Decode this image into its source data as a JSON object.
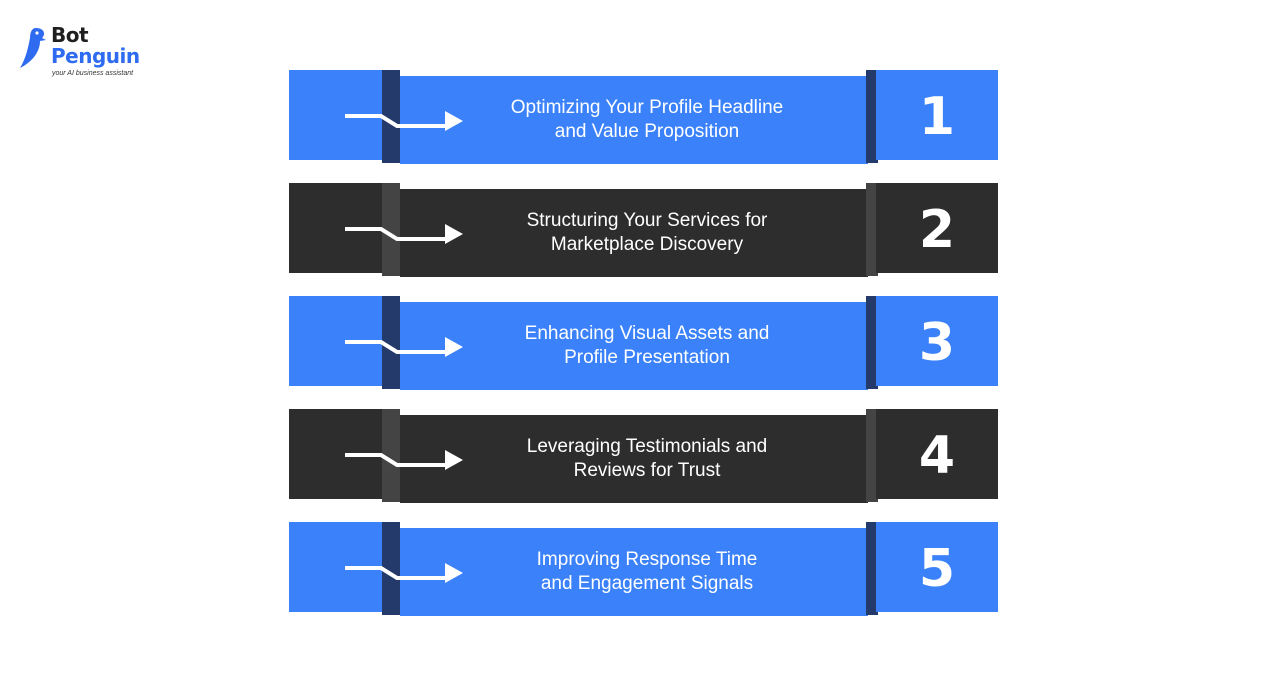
{
  "logo": {
    "word1": "Bot",
    "word2": "Penguin",
    "tagline": "your AI business assistant",
    "icon": "penguin-icon",
    "colors": {
      "brand_blue": "#2e6bf0",
      "dark_text": "#1f1f1f"
    }
  },
  "steps": [
    {
      "number": "1",
      "label": "Optimizing Your Profile Headline\nand Value Proposition",
      "theme": "blue"
    },
    {
      "number": "2",
      "label": "Structuring Your Services for\nMarketplace Discovery",
      "theme": "dark"
    },
    {
      "number": "3",
      "label": "Enhancing Visual Assets and\nProfile Presentation",
      "theme": "blue"
    },
    {
      "number": "4",
      "label": "Leveraging Testimonials and\nReviews for Trust",
      "theme": "dark"
    },
    {
      "number": "5",
      "label": "Improving Response Time\nand Engagement Signals",
      "theme": "blue"
    }
  ],
  "colors": {
    "blue": "#3b82fa",
    "blue_fold": "#243a6b",
    "dark": "#2d2d2d",
    "dark_fold": "#444444",
    "arrow": "#ffffff"
  },
  "icons": {
    "arrow": "arrow-right-icon"
  }
}
